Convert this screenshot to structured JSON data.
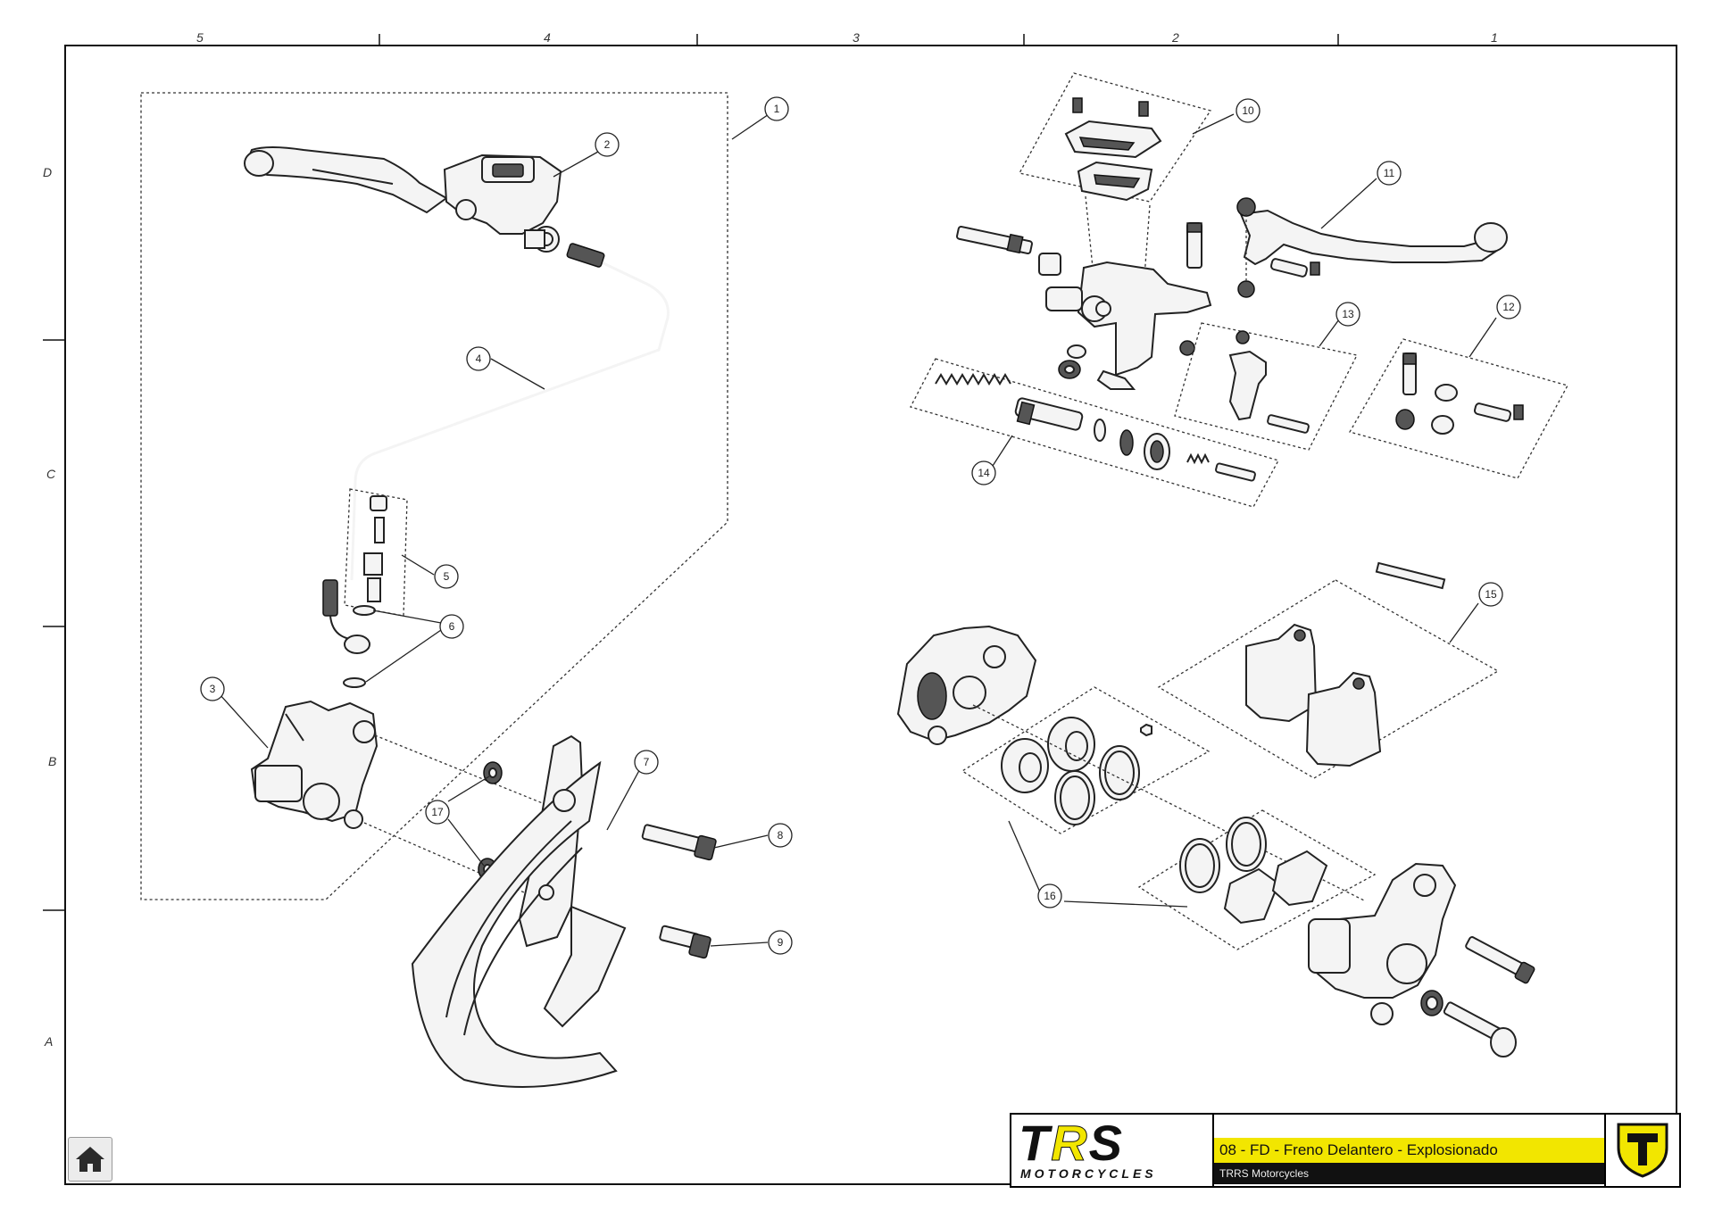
{
  "grid": {
    "columns": [
      "5",
      "4",
      "3",
      "2",
      "1"
    ],
    "rows": [
      "D",
      "C",
      "B",
      "A"
    ]
  },
  "callouts": [
    "1",
    "2",
    "3",
    "4",
    "5",
    "6",
    "7",
    "8",
    "9",
    "10",
    "11",
    "12",
    "13",
    "14",
    "15",
    "16",
    "17"
  ],
  "title_block": {
    "logo_text_a": "T",
    "logo_text_r": "R",
    "logo_text_s": "S",
    "logo_subtitle": "MOTORCYCLES",
    "drawing_title": "08 - FD - Freno Delantero - Explosionado",
    "company": "TRRS Motorcycles",
    "accent_color": "#f2e600"
  },
  "icons": {
    "home": "home-icon",
    "emblem": "trrs-emblem-icon"
  }
}
